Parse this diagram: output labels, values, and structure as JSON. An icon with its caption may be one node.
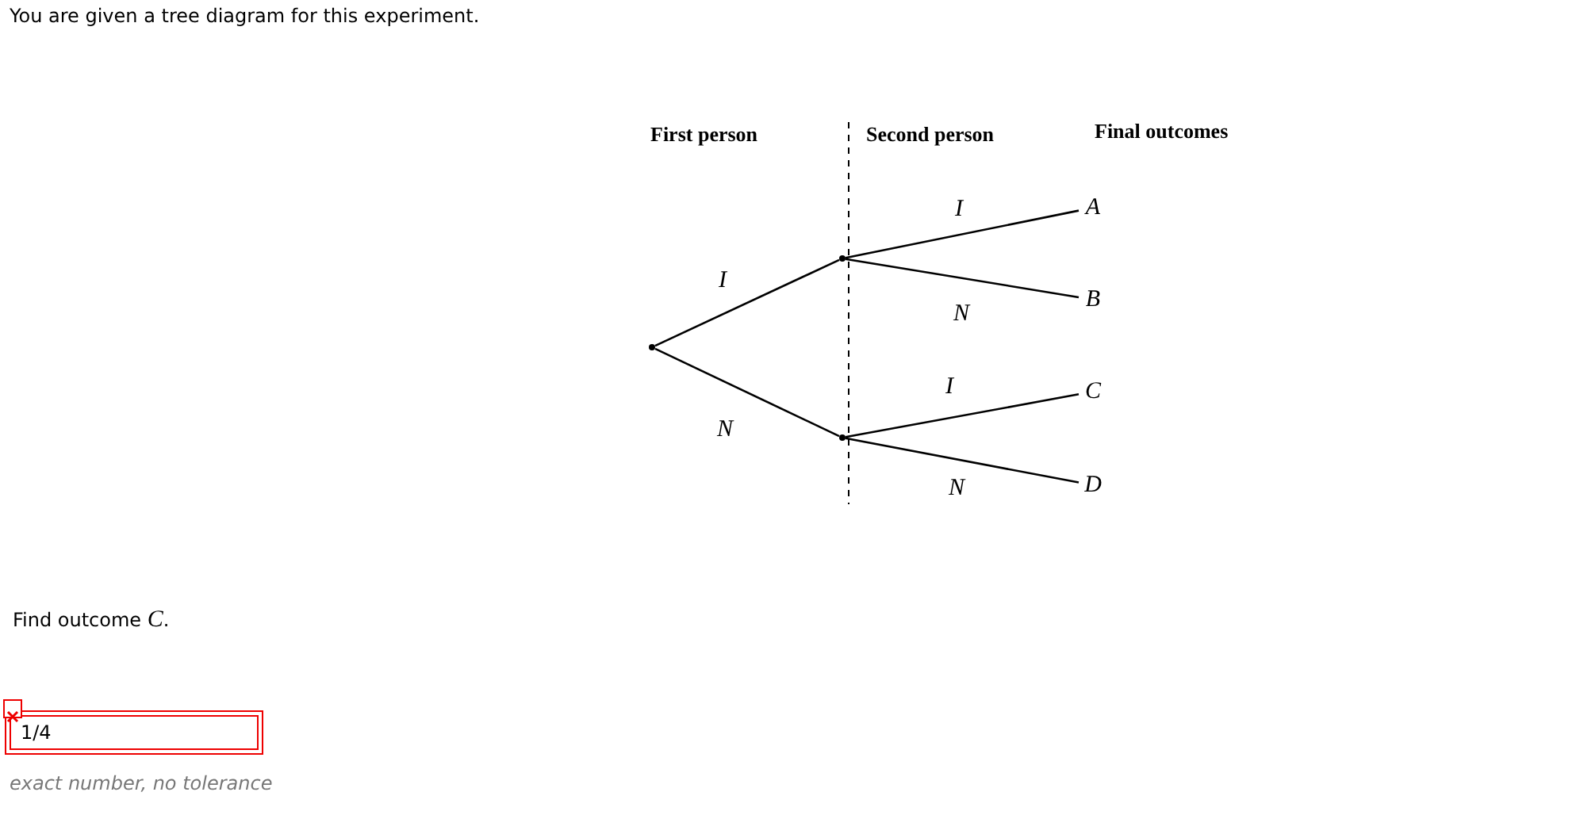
{
  "diagram": {
    "nodes": [
      {
        "text": [],
        "shape": "point"
      },
      {
        "text": [],
        "shape": "point"
      },
      {
        "text": [],
        "shape": "point"
      },
      {
        "text": [
          "A"
        ]
      },
      {
        "text": [
          "B"
        ]
      },
      {
        "text": [
          "C"
        ]
      },
      {
        "text": [
          "D"
        ]
      }
    ],
    "edges": [
      {
        "from": 0,
        "to": 1,
        "arrow": "none",
        "label": "I"
      },
      {
        "from": 0,
        "to": 2,
        "arrow": "none",
        "label": "N"
      },
      {
        "from": 1,
        "to": 3,
        "arrow": "none",
        "label": "I"
      },
      {
        "from": 1,
        "to": 4,
        "arrow": "none",
        "label": "N"
      },
      {
        "from": 2,
        "to": 5,
        "arrow": "none",
        "label": "I"
      },
      {
        "from": 2,
        "to": 6,
        "arrow": "none",
        "label": "N"
      }
    ],
    "labels": [
      "You are given a tree diagram for this experiment.",
      "First person",
      "Second person",
      "Final outcomes",
      "Find outcome *C*.",
      "1/4",
      "exact number, no tolerance"
    ]
  }
}
